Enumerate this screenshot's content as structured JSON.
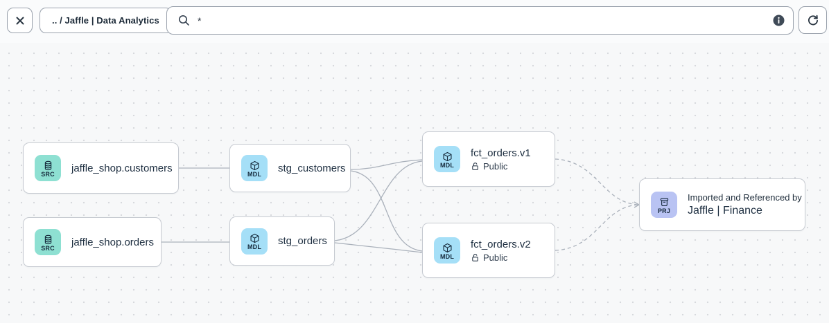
{
  "toolbar": {
    "breadcrumb_label": ".. / Jaffle | Data Analytics",
    "search_value": "*",
    "search_placeholder": ""
  },
  "colors": {
    "source_badge": "#8ee0d2",
    "model_badge": "#a5dff7",
    "project_badge": "#b9c3f3",
    "edge": "#aab1bb",
    "canvas_bg": "#f7f8f9"
  },
  "nodes": [
    {
      "type": "source",
      "badge": "SRC",
      "label": "jaffle_shop.customers"
    },
    {
      "type": "source",
      "badge": "SRC",
      "label": "jaffle_shop.orders"
    },
    {
      "type": "model",
      "badge": "MDL",
      "label": "stg_customers"
    },
    {
      "type": "model",
      "badge": "MDL",
      "label": "stg_orders"
    },
    {
      "type": "model",
      "badge": "MDL",
      "label": "fct_orders.v1",
      "access": "Public"
    },
    {
      "type": "model",
      "badge": "MDL",
      "label": "fct_orders.v2",
      "access": "Public"
    },
    {
      "type": "project",
      "badge": "PRJ",
      "title": "Imported and Referenced by",
      "label": "Jaffle | Finance"
    }
  ],
  "edges": [
    {
      "from": "jaffle_shop.customers",
      "to": "stg_customers",
      "style": "solid"
    },
    {
      "from": "jaffle_shop.orders",
      "to": "stg_orders",
      "style": "solid"
    },
    {
      "from": "stg_customers",
      "to": "fct_orders.v1",
      "style": "solid"
    },
    {
      "from": "stg_customers",
      "to": "fct_orders.v2",
      "style": "solid"
    },
    {
      "from": "stg_orders",
      "to": "fct_orders.v1",
      "style": "solid"
    },
    {
      "from": "stg_orders",
      "to": "fct_orders.v2",
      "style": "solid"
    },
    {
      "from": "fct_orders.v1",
      "to": "Jaffle | Finance",
      "style": "dashed"
    },
    {
      "from": "fct_orders.v2",
      "to": "Jaffle | Finance",
      "style": "dashed"
    }
  ]
}
